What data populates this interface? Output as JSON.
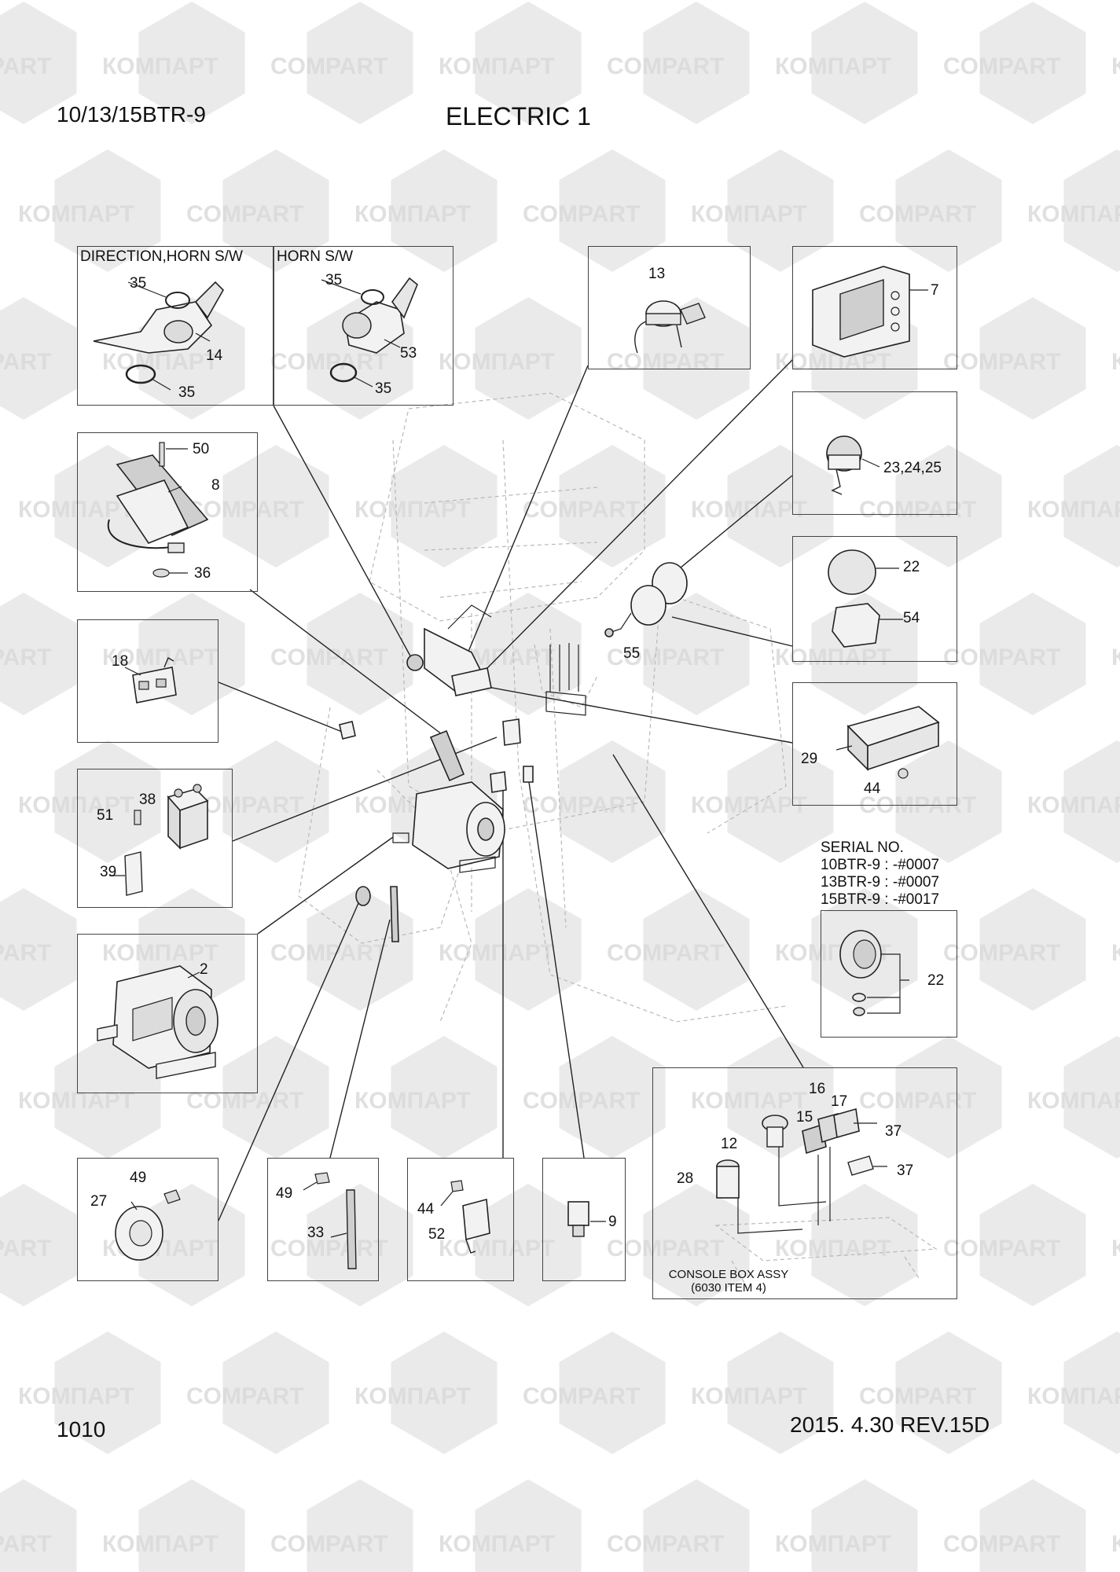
{
  "header": {
    "model": "10/13/15BTR-9",
    "title": "ELECTRIC 1"
  },
  "footer": {
    "page_number": "1010",
    "revision": "2015. 4.30  REV.15D"
  },
  "watermark": {
    "text_latin": "COMPART",
    "text_cyrillic": "КОМПАРТ",
    "color": "#d9d9d9"
  },
  "boxes": {
    "direction_horn": {
      "title": "DIRECTION,HORN S/W",
      "callouts": [
        "35",
        "14",
        "35"
      ]
    },
    "horn": {
      "title": "HORN S/W",
      "callouts": [
        "35",
        "53",
        "35"
      ]
    },
    "key_switch": {
      "callouts": [
        "13"
      ]
    },
    "display": {
      "callouts": [
        "7"
      ]
    },
    "beacon": {
      "callouts": [
        "23,24,25"
      ]
    },
    "lamp": {
      "callouts": [
        "22",
        "54"
      ]
    },
    "pedal": {
      "callouts": [
        "50",
        "8",
        "36"
      ]
    },
    "connector": {
      "callouts": [
        "18"
      ]
    },
    "controller": {
      "callouts": [
        "29",
        "44"
      ]
    },
    "contactor": {
      "callouts": [
        "38",
        "51",
        "39"
      ]
    },
    "motor": {
      "callouts": [
        "2"
      ]
    },
    "serial": {
      "heading": "SERIAL NO.",
      "lines": [
        "10BTR-9 : -#0007",
        "13BTR-9 : -#0007",
        "15BTR-9 : -#0017"
      ],
      "callouts": [
        "22"
      ]
    },
    "console": {
      "callouts": [
        "16",
        "17",
        "15",
        "37",
        "12",
        "37",
        "28"
      ],
      "note_line1": "CONSOLE BOX ASSY",
      "note_line2": "(6030 ITEM 4)"
    },
    "horn_buzzer": {
      "callouts": [
        "49",
        "27"
      ]
    },
    "strap": {
      "callouts": [
        "49",
        "33"
      ]
    },
    "relay": {
      "callouts": [
        "44",
        "52"
      ]
    },
    "pressure_switch": {
      "callouts": [
        "9"
      ]
    }
  },
  "main_callouts": {
    "lamp_55": "55"
  }
}
